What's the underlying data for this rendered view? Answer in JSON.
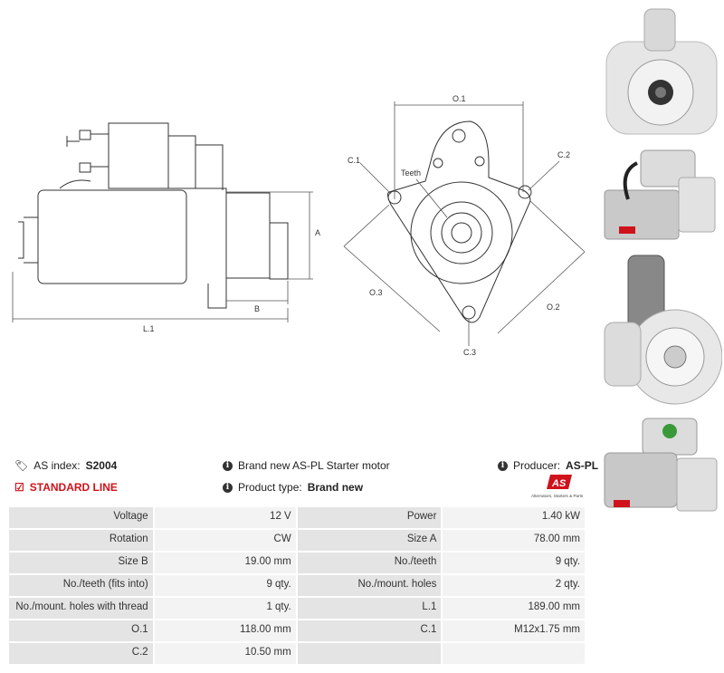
{
  "drawing_labels": {
    "A": "A",
    "B": "B",
    "L1": "L.1",
    "O1": "O.1",
    "O2": "O.2",
    "O3": "O.3",
    "C1": "C.1",
    "C2": "C.2",
    "C3": "C.3",
    "teeth": "Teeth"
  },
  "info": {
    "as_index_label": "AS index:",
    "as_index_value": "S2004",
    "standard_line": "STANDARD LINE",
    "description": "Brand new AS-PL Starter motor",
    "product_type_label": "Product type:",
    "product_type_value": "Brand new",
    "producer_label": "Producer:",
    "producer_value": "AS-PL",
    "logo_text": "AS",
    "logo_tagline": "Alternators, Starters & Parts"
  },
  "specs": [
    {
      "l1": "Voltage",
      "v1": "12 V",
      "l2": "Power",
      "v2": "1.40 kW"
    },
    {
      "l1": "Rotation",
      "v1": "CW",
      "l2": "Size A",
      "v2": "78.00 mm"
    },
    {
      "l1": "Size B",
      "v1": "19.00 mm",
      "l2": "No./teeth",
      "v2": "9 qty."
    },
    {
      "l1": "No./teeth (fits into)",
      "v1": "9 qty.",
      "l2": "No./mount. holes",
      "v2": "2 qty."
    },
    {
      "l1": "No./mount. holes with thread",
      "v1": "1 qty.",
      "l2": "L.1",
      "v2": "189.00 mm"
    },
    {
      "l1": "O.1",
      "v1": "118.00 mm",
      "l2": "C.1",
      "v2": "M12x1.75 mm"
    },
    {
      "l1": "C.2",
      "v1": "10.50 mm",
      "l2": "",
      "v2": ""
    }
  ],
  "colors": {
    "accent_red": "#d0121b",
    "label_bg": "#e4e4e4",
    "value_bg": "#f3f3f3"
  },
  "icons": [
    "tag-icon",
    "checkbox-icon",
    "info-icon"
  ]
}
